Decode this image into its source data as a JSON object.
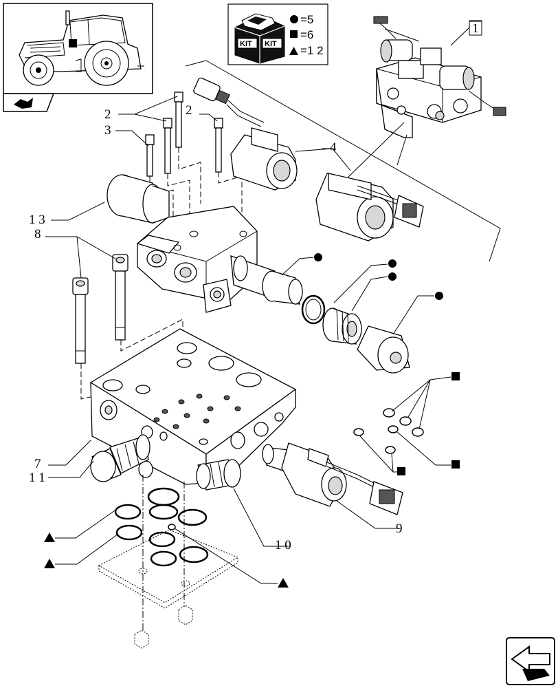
{
  "kit_legend": {
    "kit_word": "KIT",
    "circle_value": "=5",
    "square_value": "=6",
    "triangle_value": "=1 2"
  },
  "callouts": {
    "c1": "1",
    "c2a": "2",
    "c2b": "2",
    "c3": "3",
    "c4": "4",
    "c7": "7",
    "c8": "8",
    "c9": "9",
    "c10": "1 0",
    "c11": "1 1",
    "c13": "1 3"
  },
  "icons": {
    "tractor": "tractor-thumbnail-icon",
    "book": "open-book-icon",
    "nav": "previous-page-arrow-icon"
  }
}
